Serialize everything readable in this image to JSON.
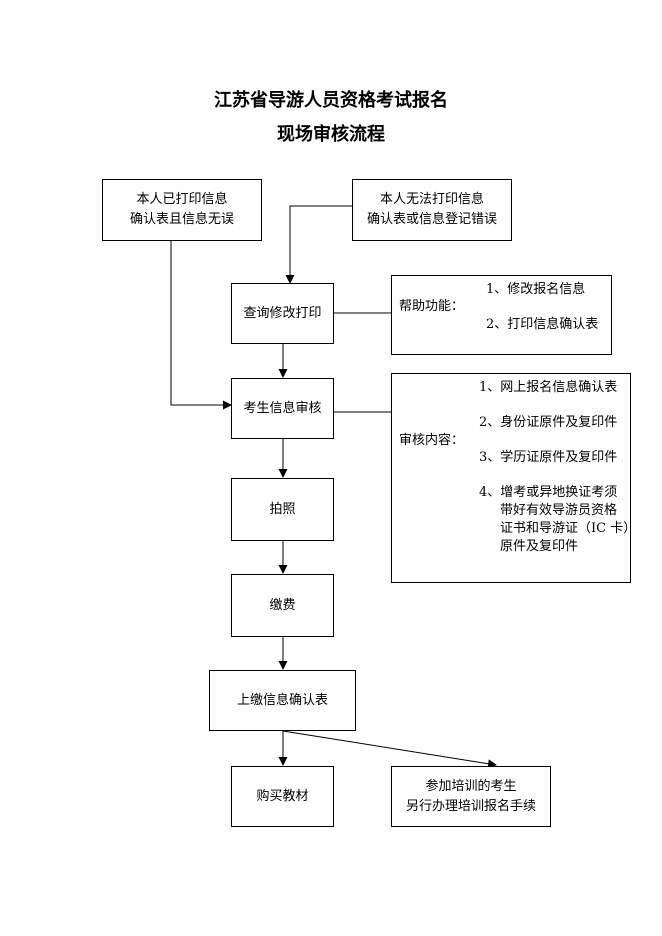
{
  "title": {
    "line1": "江苏省导游人员资格考试报名",
    "line2": "现场审核流程"
  },
  "boxes": {
    "printed": {
      "line1": "本人已打印信息",
      "line2": "确认表且信息无误"
    },
    "not_printed": {
      "line1": "本人无法打印信息",
      "line2": "确认表或信息登记错误"
    },
    "query": "查询修改打印",
    "review": "考生信息审核",
    "photo": "拍照",
    "pay": "缴费",
    "submit": "上缴信息确认表",
    "buy": "购买教材",
    "training": {
      "line1": "参加培训的考生",
      "line2": "另行办理培训报名手续"
    }
  },
  "help": {
    "label": "帮助功能：",
    "items": [
      "1、修改报名信息",
      "2、打印信息确认表"
    ]
  },
  "audit": {
    "label": "审核内容：",
    "items": [
      "1、网上报名信息确认表",
      "2、身份证原件及复印件",
      "3、学历证原件及复印件"
    ],
    "item4": {
      "line1": "4、增考或异地换证考须",
      "line2": "带好有效导游员资格",
      "line3": "证书和导游证（IC 卡）",
      "line4": "原件及复印件"
    }
  }
}
